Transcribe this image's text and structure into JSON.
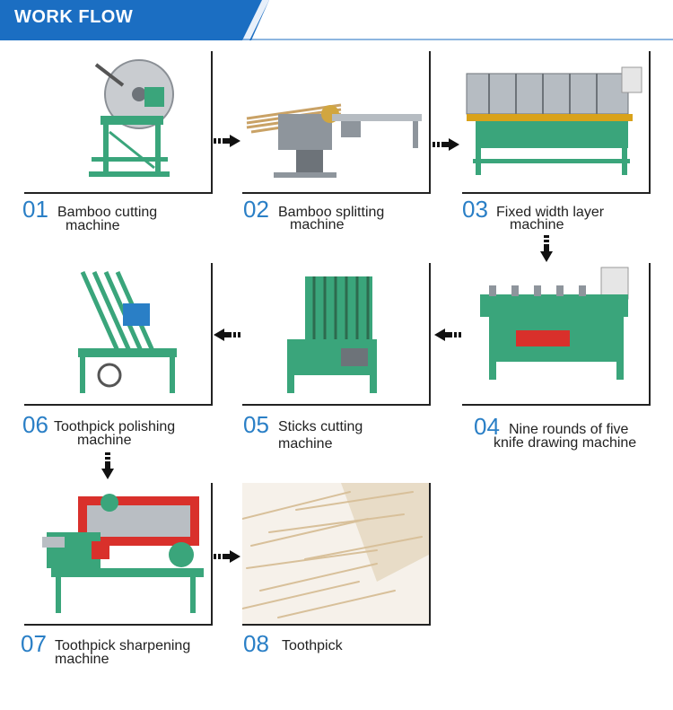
{
  "header": {
    "title": "WORK FLOW"
  },
  "colors": {
    "banner_blue": "#1b6ec2",
    "number_blue": "#2a7fc6",
    "machine_green": "#3aa57b"
  },
  "steps": [
    {
      "number": "01",
      "line1": "Bamboo cutting",
      "line2": "machine"
    },
    {
      "number": "02",
      "line1": "Bamboo splitting",
      "line2": "machine"
    },
    {
      "number": "03",
      "line1": "Fixed width layer",
      "line2": "machine"
    },
    {
      "number": "04",
      "line1": "Nine rounds of five",
      "line2": "knife drawing machine"
    },
    {
      "number": "05",
      "line1": "Sticks cutting",
      "line2": "machine"
    },
    {
      "number": "06",
      "line1": "Toothpick polishing",
      "line2": "machine"
    },
    {
      "number": "07",
      "line1": "Toothpick sharpening",
      "line2": "machine"
    },
    {
      "number": "08",
      "line1": "Toothpick",
      "line2": ""
    }
  ]
}
